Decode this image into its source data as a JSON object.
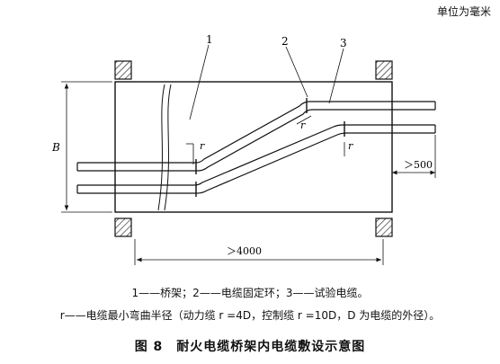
{
  "unit_note": "单位为毫米",
  "labels": {
    "n1": "1",
    "n2": "2",
    "n3": "3",
    "b": "B",
    "r": "r",
    "d500": "＞500",
    "d4000": "＞4000"
  },
  "legend": {
    "line1": "1——桥架；2——电缆固定环；3——试验电缆。",
    "line2": "r——电缆最小弯曲半径（动力缆 r =4D，控制缆 r =10D，D 为电缆的外径）。"
  },
  "figure_caption": "图 8　耐火电缆桥架内电缆敷设示意图"
}
